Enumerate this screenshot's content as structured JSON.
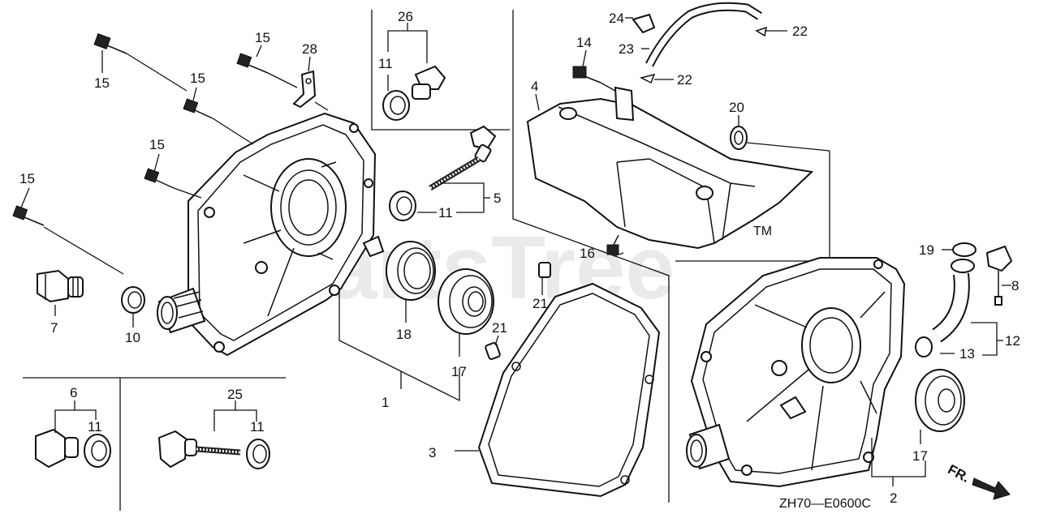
{
  "diagram": {
    "watermark": "PartsTree",
    "watermark_tm": "TM",
    "figure_code": "ZH70—E0600C",
    "direction_label": "FR.",
    "callouts": {
      "c1": "1",
      "c2": "2",
      "c3": "3",
      "c4": "4",
      "c5": "5",
      "c6": "6",
      "c7": "7",
      "c8": "8",
      "c10": "10",
      "c11a": "11",
      "c11b": "11",
      "c11c": "11",
      "c11d": "11",
      "c12": "12",
      "c13": "13",
      "c14": "14",
      "c15a": "15",
      "c15b": "15",
      "c15c": "15",
      "c15d": "15",
      "c15e": "15",
      "c16": "16",
      "c17a": "17",
      "c17b": "17",
      "c18": "18",
      "c19": "19",
      "c20": "20",
      "c21a": "21",
      "c21b": "21",
      "c22a": "22",
      "c22b": "22",
      "c23": "23",
      "c24": "24",
      "c25": "25",
      "c26": "26",
      "c28": "28"
    }
  }
}
